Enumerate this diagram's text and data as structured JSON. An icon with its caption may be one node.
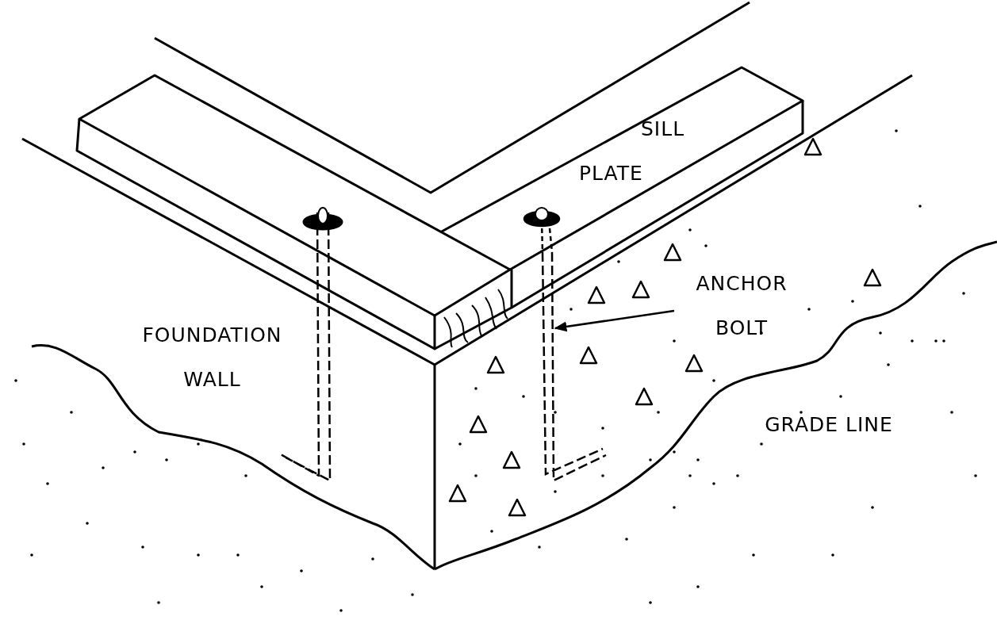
{
  "diagram": {
    "nodes": [
      {
        "text": [
          "ANCHOR BOLT"
        ]
      },
      {
        "text": [],
        "shape": "picture"
      }
    ],
    "edges": [
      {
        "from": 0,
        "to": 1,
        "arrow": "to"
      }
    ],
    "labels": [
      "SILL PLATE",
      "FOUNDATION WALL",
      "GRADE LINE"
    ]
  }
}
